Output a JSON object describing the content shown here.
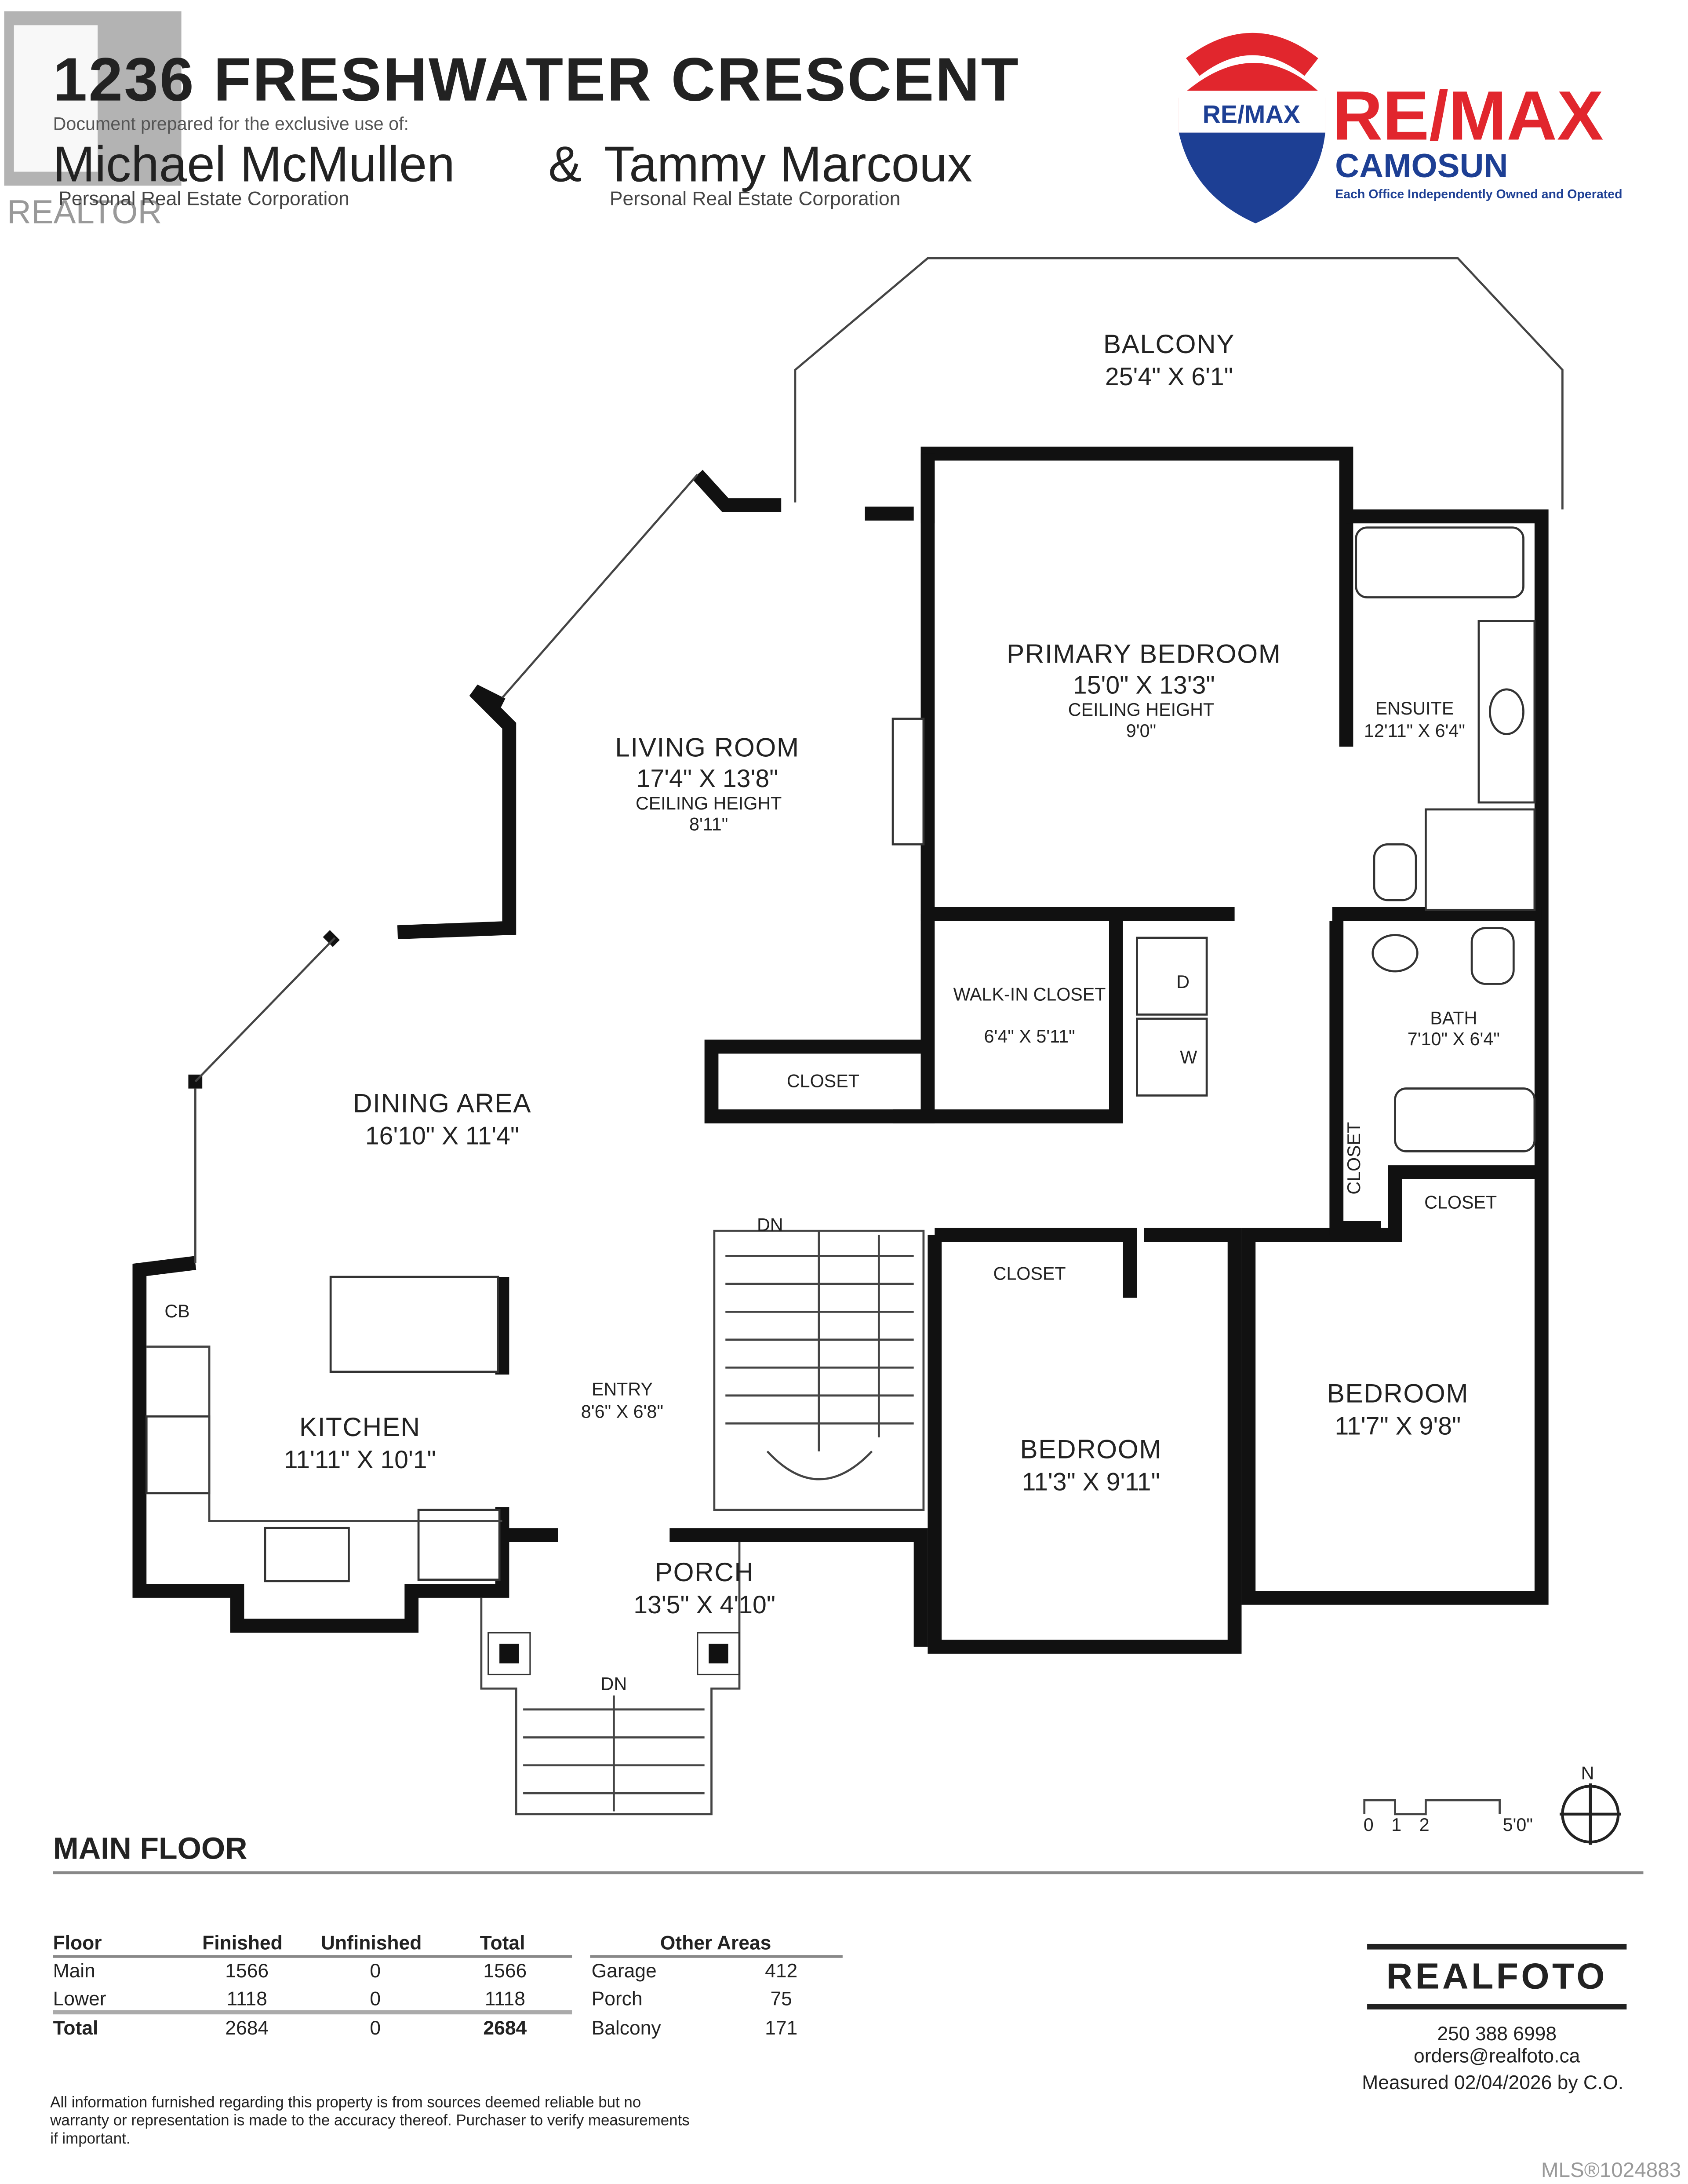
{
  "header": {
    "address": "1236 FRESHWATER CRESCENT",
    "prepared_for": "Document prepared for the exclusive use of:",
    "agent_1": "Michael McMullen",
    "ampersand": "&",
    "agent_2": "Tammy Marcoux",
    "agent_1_corp": "Personal Real Estate Corporation",
    "agent_2_corp": "Personal Real Estate Corporation",
    "realtor_watermark": "REALTOR",
    "brand": {
      "balloon_text": "RE/MAX",
      "name": "RE/MAX",
      "office": "CAMOSUN",
      "tagline": "Each Office Independently Owned and Operated",
      "red": "#e1262d",
      "blue": "#1d3f94"
    }
  },
  "plan": {
    "rooms": [
      {
        "name": "BALCONY",
        "dims": "25'4\" X 6'1\""
      },
      {
        "name": "PRIMARY BEDROOM",
        "dims": "15'0\" X 13'3\"",
        "ceiling_label": "CEILING HEIGHT",
        "ceiling": "9'0\""
      },
      {
        "name": "LIVING ROOM",
        "dims": "17'4\" X 13'8\"",
        "ceiling_label": "CEILING HEIGHT",
        "ceiling": "8'11\""
      },
      {
        "name": "ENSUITE",
        "dims": "12'11\" X 6'4\""
      },
      {
        "name": "WALK-IN CLOSET",
        "dims": "6'4\" X 5'11\""
      },
      {
        "name": "BATH",
        "dims": "7'10\" X 6'4\""
      },
      {
        "name": "CLOSET"
      },
      {
        "name": "DINING AREA",
        "dims": "16'10\" X 11'4\""
      },
      {
        "name": "CLOSET"
      },
      {
        "name": "CLOSET"
      },
      {
        "name": "CLOSET"
      },
      {
        "name": "BEDROOM",
        "dims": "11'7\" X 9'8\""
      },
      {
        "name": "BEDROOM",
        "dims": "11'3\" X 9'11\""
      },
      {
        "name": "KITCHEN",
        "dims": "11'11\" X 10'1\""
      },
      {
        "name": "ENTRY",
        "dims": "8'6\" X 6'8\""
      },
      {
        "name": "PORCH",
        "dims": "13'5\" X 4'10\""
      }
    ],
    "labels": {
      "cb": "CB",
      "dn_stairs": "DN",
      "dn_porch": "DN",
      "washer": "W",
      "dryer": "D"
    },
    "scale": {
      "ticks": [
        "0",
        "1",
        "2",
        "5'0\""
      ],
      "north": "N"
    },
    "floor_name": "MAIN FLOOR"
  },
  "areas": {
    "headers": [
      "Floor",
      "Finished",
      "Unfinished",
      "Total"
    ],
    "rows": [
      [
        "Main",
        "1566",
        "0",
        "1566"
      ],
      [
        "Lower",
        "1118",
        "0",
        "1118"
      ]
    ],
    "total": [
      "Total",
      "2684",
      "0",
      "2684"
    ],
    "other_header": "Other Areas",
    "other": [
      [
        "Garage",
        "412"
      ],
      [
        "Porch",
        "75"
      ],
      [
        "Balcony",
        "171"
      ]
    ]
  },
  "footer": {
    "logo": "REALFOTO",
    "phone": "250 388 6998",
    "email": "orders@realfoto.ca",
    "measured": "Measured 02/04/2026 by C.O.",
    "disclaimer_1": "All information furnished regarding this property is from sources deemed reliable but no",
    "disclaimer_2": "warranty or representation is made to the accuracy thereof. Purchaser to verify measurements",
    "disclaimer_3": "if important.",
    "mls": "MLS®1024883"
  }
}
